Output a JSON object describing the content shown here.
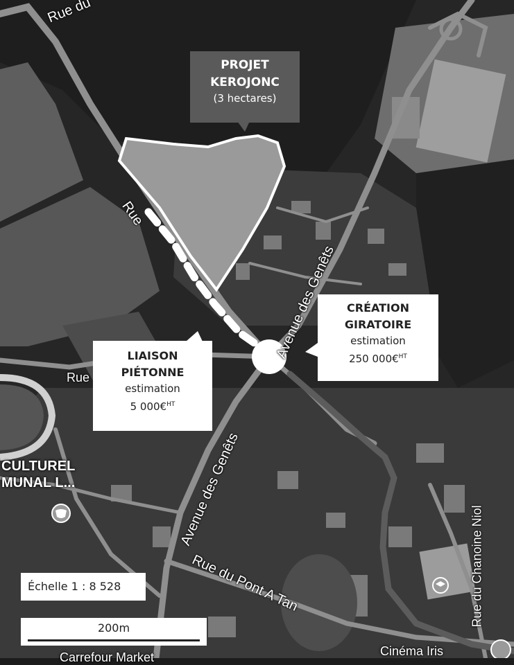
{
  "map": {
    "streets": [
      {
        "id": "rue-du-top",
        "text": "Rue du"
      },
      {
        "id": "rue-left",
        "text": "Rue"
      },
      {
        "id": "rue-west",
        "text": "Rue"
      },
      {
        "id": "avenue-genets-north",
        "text": "Avenue des Genêts"
      },
      {
        "id": "avenue-genets-south",
        "text": "Avenue des Genêts"
      },
      {
        "id": "rue-pont-a-tan",
        "text": "Rue du Pont A Tan"
      },
      {
        "id": "rue-chanoine",
        "text": "Rue du Chanoine Niol"
      }
    ],
    "pois": {
      "culturel_line1": "CULTUREL",
      "culturel_line2": "MUNAL L...",
      "carrefour": "Carrefour Market",
      "cinema": "Cinéma Iris"
    }
  },
  "callouts": {
    "projet": {
      "line1": "PROJET",
      "line2": "KEROJONC",
      "line3": "(3 hectares)"
    },
    "liaison": {
      "line1": "LIAISON",
      "line2": "PIÉTONNE",
      "line3": "estimation",
      "amount": "5 000€",
      "unit": "HT"
    },
    "giratoire": {
      "line1": "CRÉATION",
      "line2": "GIRATOIRE",
      "line3": "estimation",
      "amount": "250 000€",
      "unit": "HT"
    }
  },
  "scale": {
    "ratio_text": "Échelle 1 : 8 528",
    "bar_label": "200m"
  },
  "colors": {
    "forest": "#2e2e2e",
    "field": "#6a6a6a",
    "road": "#8c8c8c",
    "project_area": "#9a9a9a",
    "route": "#5c5c5c",
    "callout_dark": "#5a5a5a",
    "callout_light": "#ffffff"
  }
}
